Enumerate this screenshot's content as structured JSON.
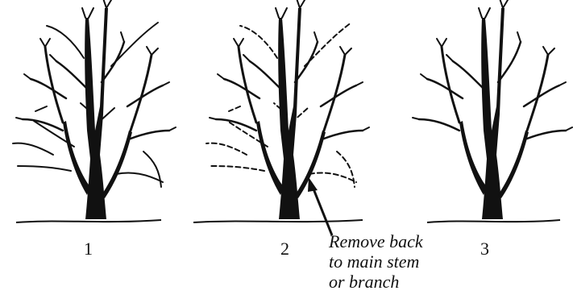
{
  "figure": {
    "panels": [
      {
        "number": "1",
        "state": "unpruned shrub"
      },
      {
        "number": "2",
        "state": "branches to be removed shown dashed"
      },
      {
        "number": "3",
        "state": "pruned shrub"
      }
    ],
    "callout": {
      "lines": [
        "Remove back",
        "to main stem",
        "or branch"
      ]
    },
    "colors": {
      "ink": "#111111",
      "background": "#ffffff"
    }
  }
}
